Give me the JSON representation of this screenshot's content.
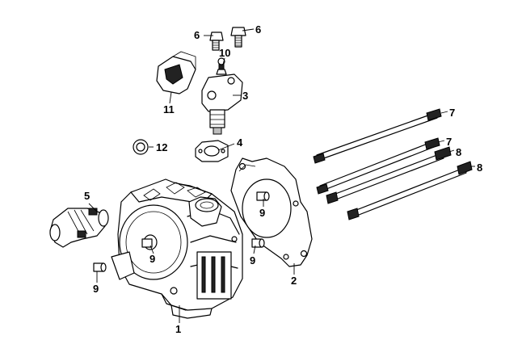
{
  "callouts": [
    {
      "id": "c1",
      "text": "1"
    },
    {
      "id": "c2",
      "text": "2"
    },
    {
      "id": "c3",
      "text": "3"
    },
    {
      "id": "c4",
      "text": "4"
    },
    {
      "id": "c5",
      "text": "5"
    },
    {
      "id": "c6a",
      "text": "6"
    },
    {
      "id": "c6b",
      "text": "6"
    },
    {
      "id": "c7a",
      "text": "7"
    },
    {
      "id": "c7b",
      "text": "7"
    },
    {
      "id": "c8a",
      "text": "8"
    },
    {
      "id": "c8b",
      "text": "8"
    },
    {
      "id": "c9a",
      "text": "9"
    },
    {
      "id": "c9b",
      "text": "9"
    },
    {
      "id": "c9c",
      "text": "9"
    },
    {
      "id": "c9d",
      "text": "9"
    },
    {
      "id": "c10",
      "text": "10"
    },
    {
      "id": "c11",
      "text": "11"
    },
    {
      "id": "c12",
      "text": "12"
    }
  ]
}
